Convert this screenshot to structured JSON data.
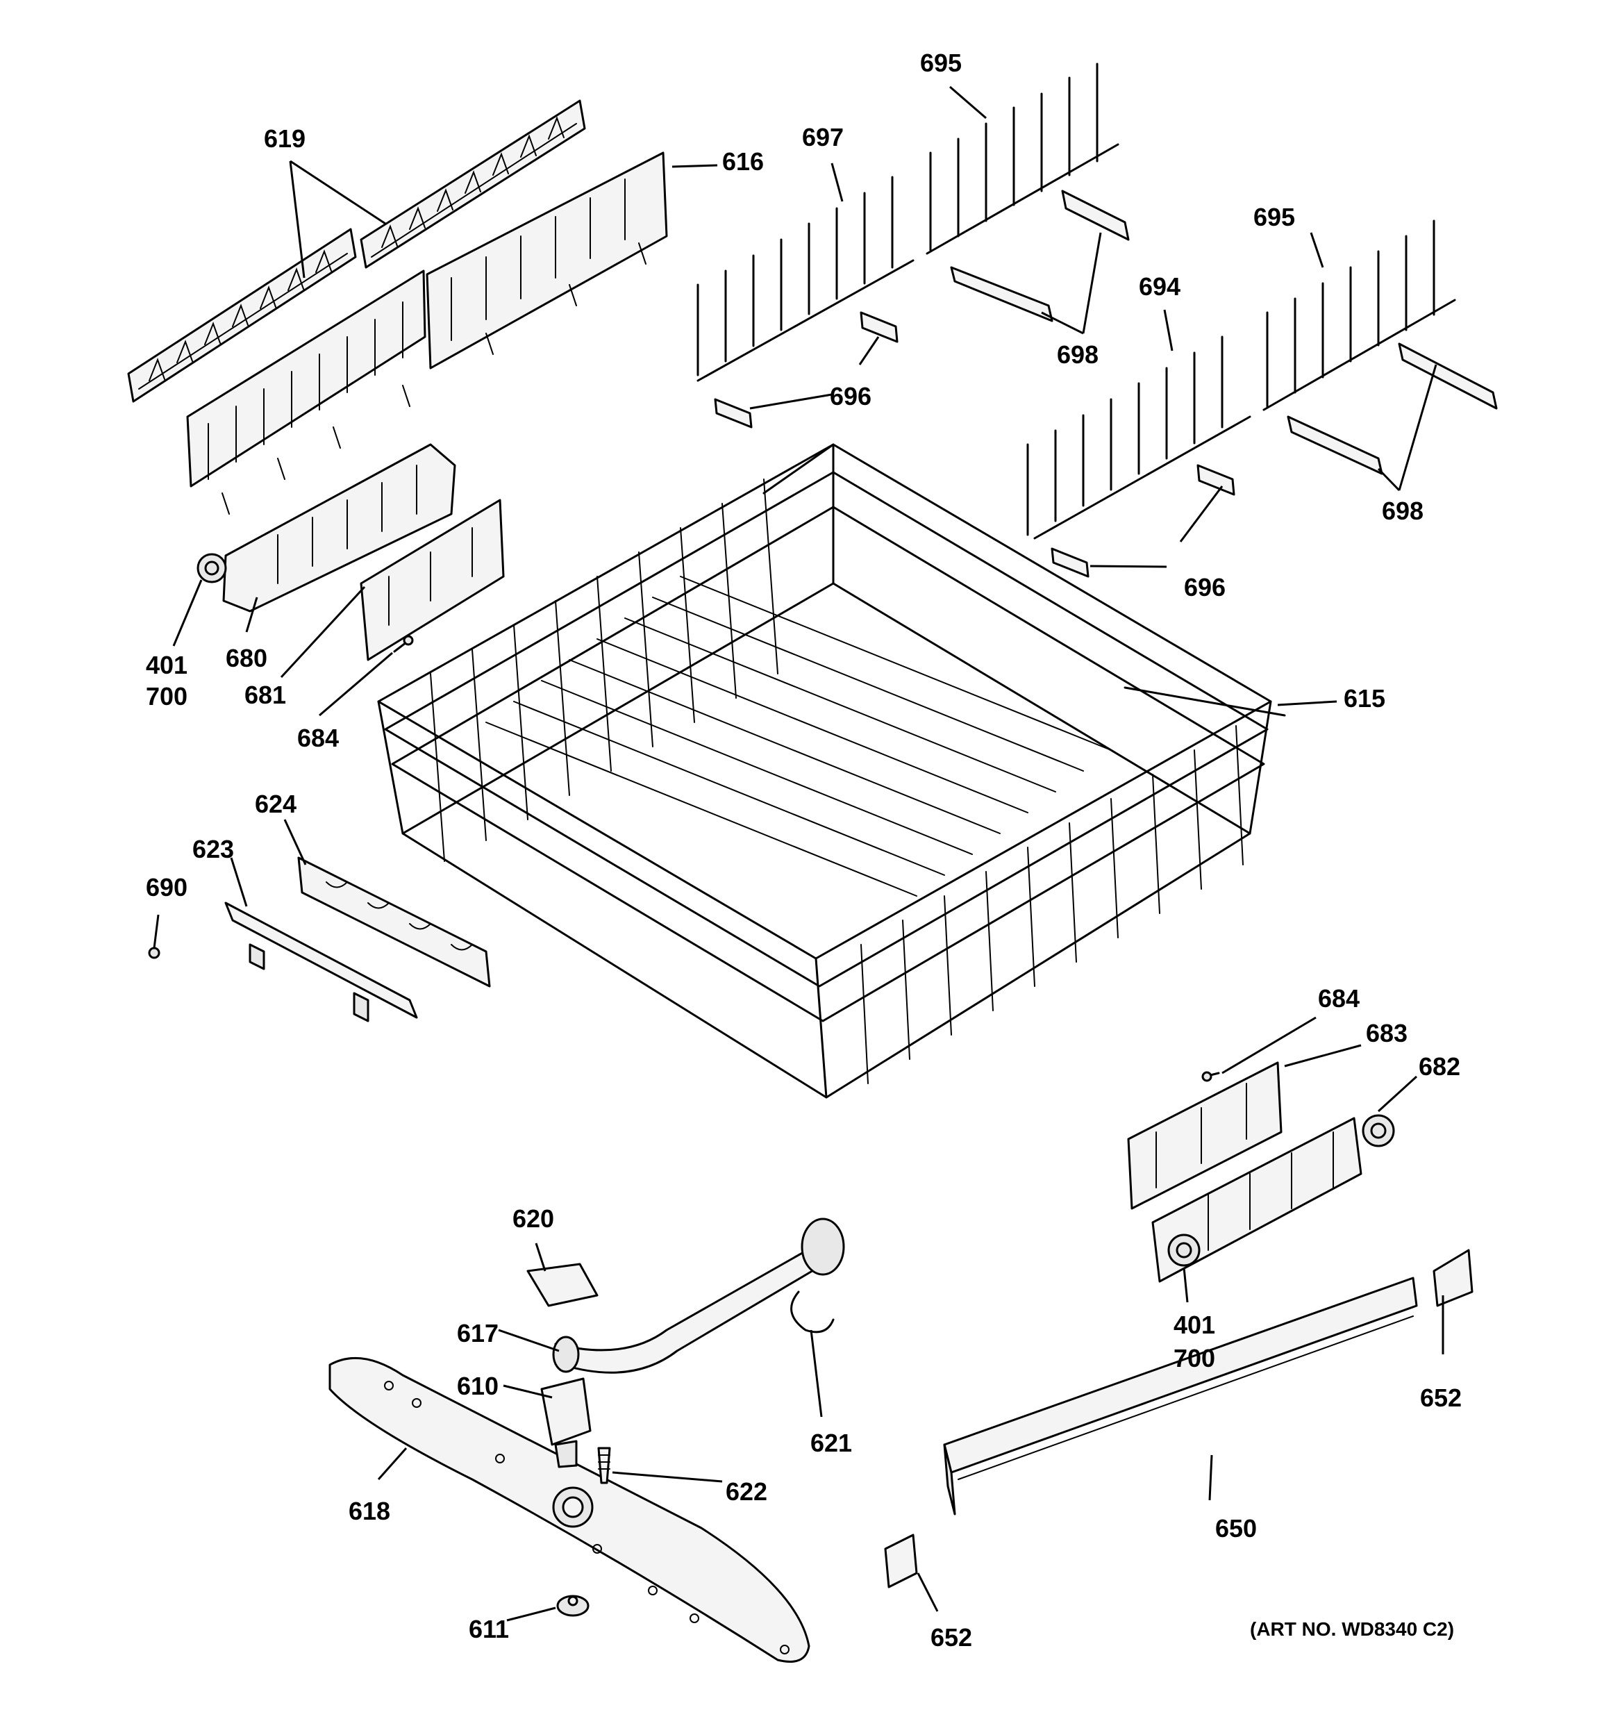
{
  "diagram": {
    "art_number": "(ART NO. WD8340 C2)",
    "callouts": {
      "c619": "619",
      "c616": "616",
      "c697": "697",
      "c695a": "695",
      "c695b": "695",
      "c694": "694",
      "c698a": "698",
      "c698b": "698",
      "c696a": "696",
      "c696b": "696",
      "c401a": "401",
      "c700a": "700",
      "c680": "680",
      "c681": "681",
      "c684a": "684",
      "c615": "615",
      "c623": "623",
      "c624": "624",
      "c690": "690",
      "c684b": "684",
      "c683": "683",
      "c682": "682",
      "c401b": "401",
      "c700b": "700",
      "c620": "620",
      "c617": "617",
      "c610": "610",
      "c621": "621",
      "c622": "622",
      "c618": "618",
      "c652a": "652",
      "c650": "650",
      "c652b": "652",
      "c611": "611"
    }
  }
}
